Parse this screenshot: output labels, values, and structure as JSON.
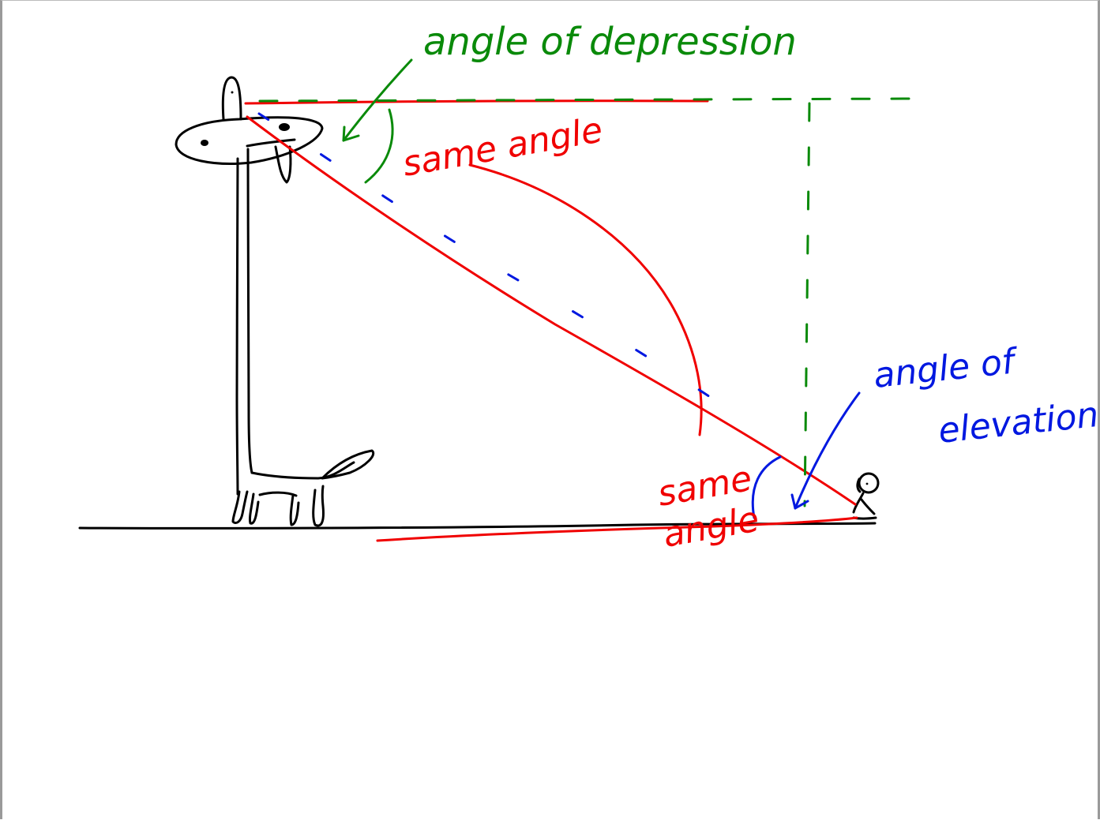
{
  "diagram": {
    "labels": {
      "angle_of_depression": "angle of depression",
      "same_angle_top": "same angle",
      "same_angle_bottom_line1": "same",
      "same_angle_bottom_line2": "angle",
      "angle_of_elevation_line1": "angle of",
      "angle_of_elevation_line2": "elevation"
    },
    "colors": {
      "ink_black": "#000000",
      "ink_red": "#f00000",
      "ink_green": "#0a8a0a",
      "ink_blue": "#0018e0",
      "background": "#ffffff"
    }
  }
}
